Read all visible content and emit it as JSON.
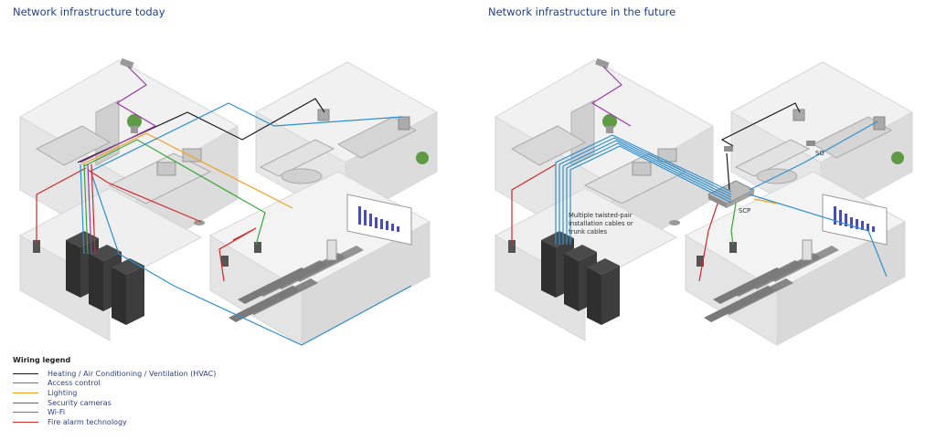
{
  "titles": {
    "today": "Network infrastructure today",
    "future": "Network infrastructure in the future"
  },
  "labels": {
    "scp": "SCP",
    "so": "SO",
    "cables_line1": "Multiple twisted-pair",
    "cables_line2": "installation cables or",
    "cables_line3": "trunk cables"
  },
  "legend": {
    "title": "Wiring legend",
    "items": [
      {
        "label": "Heating / Air Conditioning / Ventilation (HVAC)",
        "color": "#1a1a1a"
      },
      {
        "label": "Access control",
        "color": "#3aa63a"
      },
      {
        "label": "Lighting",
        "color": "#f0a020"
      },
      {
        "label": "Security cameras",
        "color": "#9b3aa6"
      },
      {
        "label": "Wi-Fi",
        "color": "#2f8fd0"
      },
      {
        "label": "Fire alarm technology",
        "color": "#d12a2a"
      }
    ]
  }
}
